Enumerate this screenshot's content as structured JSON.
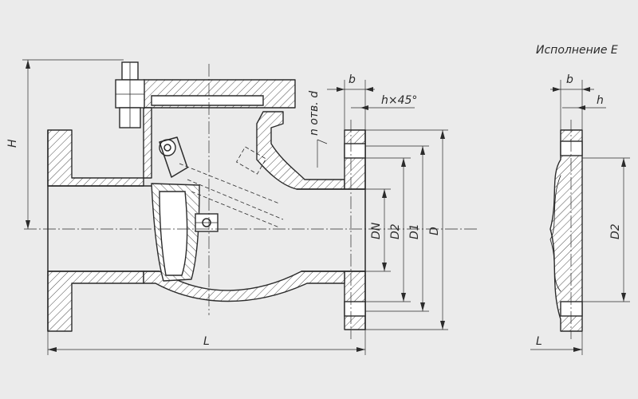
{
  "title": "Исполнение Е",
  "labels": {
    "H": "H",
    "b": "b",
    "chamfer": "h×45°",
    "holes": "n отв. d",
    "DN": "DN",
    "D2": "D2",
    "D1": "D1",
    "D": "D",
    "L": "L"
  },
  "detail_labels": {
    "b": "b",
    "h": "h",
    "D2": "D2",
    "L": "L"
  }
}
